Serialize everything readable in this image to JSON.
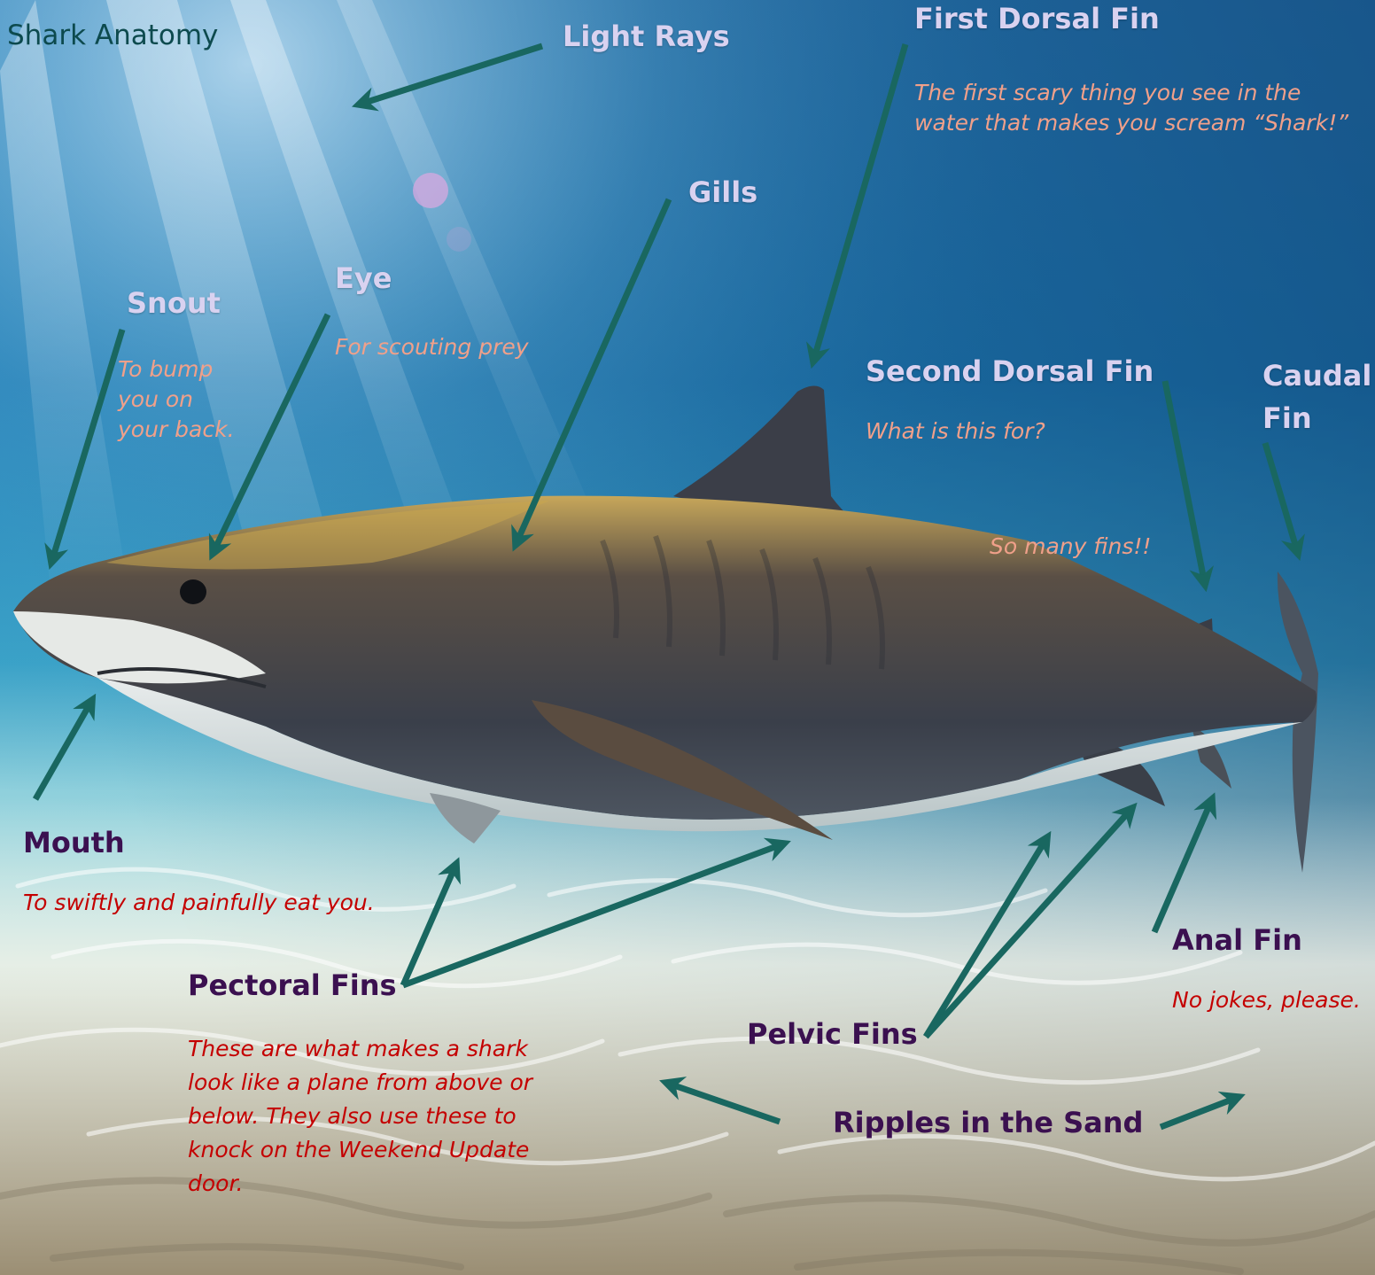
{
  "title": "Shark Anatomy",
  "labels": {
    "light_rays": "Light Rays",
    "first_dorsal_fin": "First Dorsal Fin",
    "gills": "Gills",
    "eye": "Eye",
    "snout": "Snout",
    "second_dorsal_fin": "Second Dorsal Fin",
    "caudal_fin": "Caudal Fin",
    "mouth": "Mouth",
    "pectoral_fins": "Pectoral Fins",
    "pelvic_fins": "Pelvic Fins",
    "anal_fin": "Anal Fin",
    "ripples": "Ripples in the Sand"
  },
  "descriptions": {
    "first_dorsal_fin": "The first scary thing you see in the water that makes you scream “Shark!”",
    "eye": "For scouting prey",
    "snout": "To bump you on your back.",
    "second_dorsal_fin": "What is this for?",
    "so_many_fins": "So many fins!!",
    "mouth": "To swiftly and painfully eat you.",
    "pectoral_fins": "These are what makes a shark look like a plane from above or below. They also use these to knock on the Weekend Update door.",
    "anal_fin": "No jokes, please."
  },
  "colors": {
    "arrow": "#196760",
    "label_light": "#d9d2f0",
    "label_dark": "#3b1050",
    "desc_light": "#f0a08a",
    "desc_dark": "#c40000",
    "title": "#0d4a4e"
  }
}
